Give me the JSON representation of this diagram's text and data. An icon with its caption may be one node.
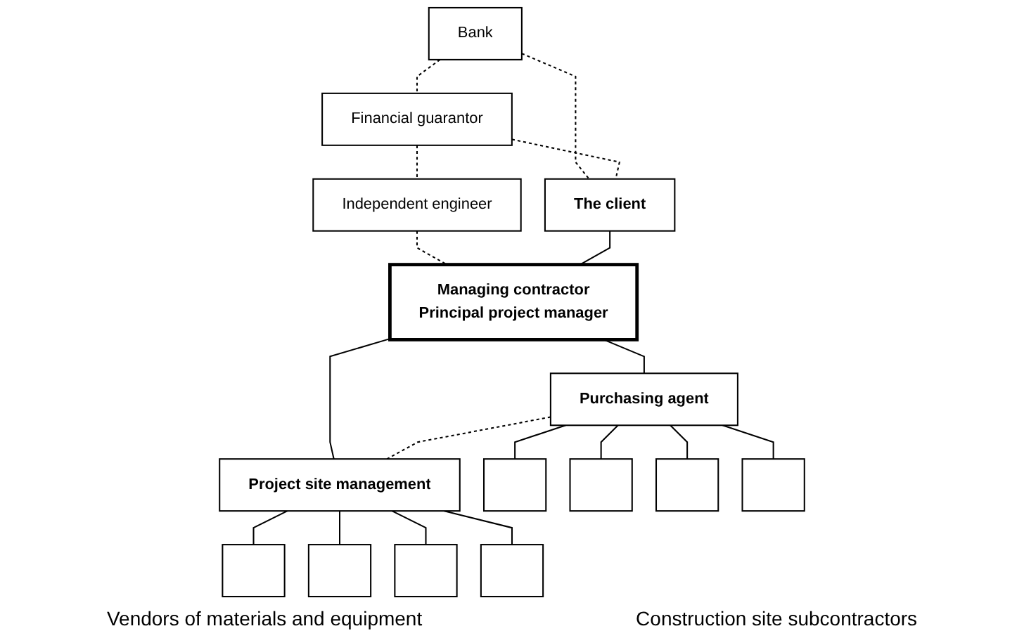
{
  "diagram": {
    "nodes": [
      {
        "text": [
          "Bank"
        ]
      },
      {
        "text": [
          "The client"
        ]
      },
      {
        "text": [
          "Financial guarantor"
        ]
      },
      {
        "text": [
          "Independent engineer"
        ]
      },
      {
        "text": [
          "Managing contractor",
          "Principal project manager"
        ]
      },
      {
        "text": [
          "Purchasing agent"
        ]
      },
      {
        "text": [
          "Project site management"
        ]
      },
      {
        "text": [],
        "shape": "box"
      },
      {
        "text": [],
        "shape": "box"
      },
      {
        "text": [],
        "shape": "box"
      },
      {
        "text": [],
        "shape": "box"
      },
      {
        "text": [],
        "shape": "box"
      },
      {
        "text": [],
        "shape": "box"
      },
      {
        "text": [],
        "shape": "box"
      },
      {
        "text": [],
        "shape": "box"
      }
    ],
    "edges": [
      {
        "from": 0,
        "to": 1,
        "arrow": "none",
        "style": "dashed"
      },
      {
        "from": 2,
        "to": 1,
        "arrow": "none",
        "style": "dashed"
      },
      {
        "from": 0,
        "to": 2,
        "arrow": "none",
        "style": "dashed"
      },
      {
        "from": 2,
        "to": 3,
        "arrow": "none",
        "style": "dashed"
      },
      {
        "from": 3,
        "to": 4,
        "arrow": "none",
        "style": "dashed"
      },
      {
        "from": 1,
        "to": 4,
        "arrow": "none"
      },
      {
        "from": 4,
        "to": 5,
        "arrow": "none"
      },
      {
        "from": 4,
        "to": 6,
        "arrow": "none"
      },
      {
        "from": 5,
        "to": 6,
        "arrow": "none",
        "style": "dashed"
      },
      {
        "from": 5,
        "to": 7,
        "arrow": "none"
      },
      {
        "from": 5,
        "to": 8,
        "arrow": "none"
      },
      {
        "from": 5,
        "to": 9,
        "arrow": "none"
      },
      {
        "from": 5,
        "to": 10,
        "arrow": "none"
      },
      {
        "from": 6,
        "to": 11,
        "arrow": "none"
      },
      {
        "from": 6,
        "to": 12,
        "arrow": "none"
      },
      {
        "from": 6,
        "to": 13,
        "arrow": "none"
      },
      {
        "from": 6,
        "to": 14,
        "arrow": "none"
      }
    ],
    "labels": [
      "Vendors of materials and equipment",
      "Construction site subcontractors"
    ]
  }
}
